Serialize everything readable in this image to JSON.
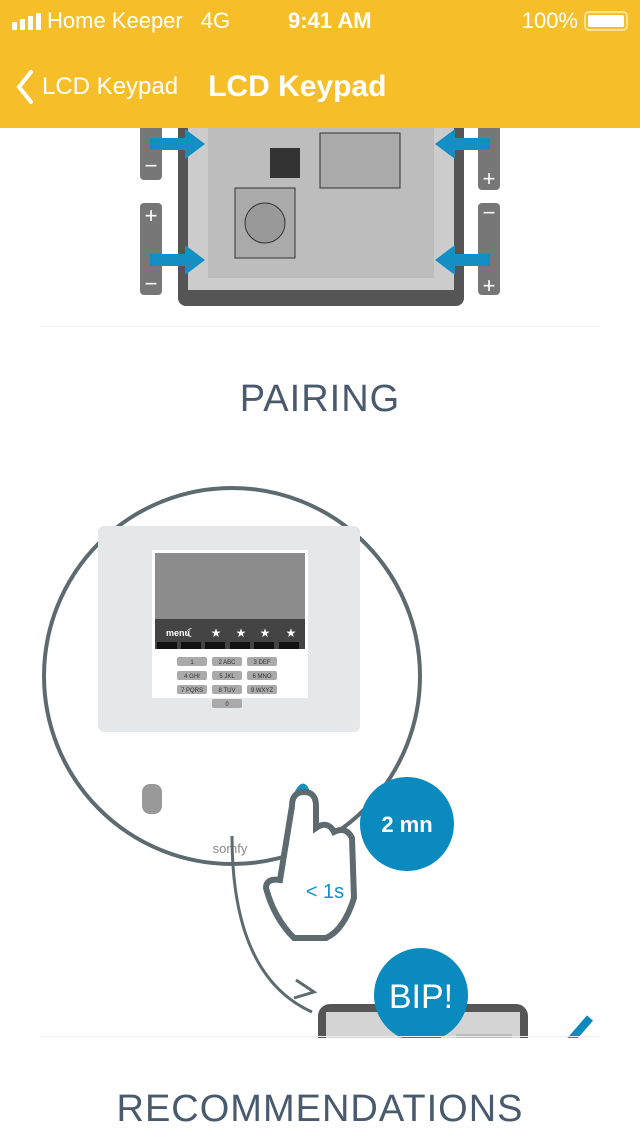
{
  "status_bar": {
    "carrier": "Home Keeper",
    "network": "4G",
    "time": "9:41 AM",
    "battery": "100%"
  },
  "nav": {
    "back_label": "LCD Keypad",
    "title": "LCD Keypad"
  },
  "sections": {
    "pairing": "PAIRING",
    "recommendations": "RECOMMENDATIONS"
  },
  "illustration": {
    "menu": "menu",
    "keys": [
      "1",
      "2 ABC",
      "3 DEF",
      "4 GHI",
      "5 JKL",
      "6 MNO",
      "7 PQRS",
      "8 TUV",
      "9 WXYZ",
      "0"
    ],
    "brand": "somfy",
    "timer": "2 mn",
    "press": "< 1s",
    "beep": "BIP!"
  },
  "colors": {
    "header": "#f6bf2a",
    "accent": "#0a8abf",
    "heading": "#4a5a6e"
  }
}
